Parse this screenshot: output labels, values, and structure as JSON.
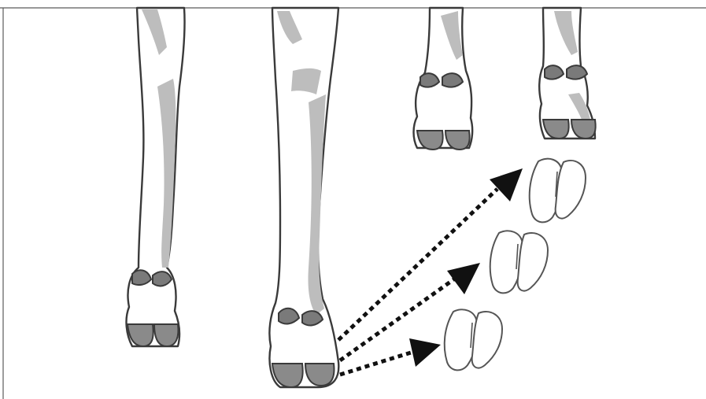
{
  "illustration": {
    "colors": {
      "background": "#ffffff",
      "outline": "#3a3a3a",
      "shading": "#bdbdbd",
      "claws": "#8a8a8a",
      "arrows": "#111111"
    },
    "legs": [
      "leg-left",
      "leg-center",
      "leg-upper-right-1",
      "leg-upper-right-2"
    ],
    "hoof_soles": [
      "hoof-sole-top",
      "hoof-sole-middle",
      "hoof-sole-bottom"
    ],
    "arrows": [
      "arrow-to-top-sole",
      "arrow-to-middle-sole",
      "arrow-to-bottom-sole"
    ]
  }
}
